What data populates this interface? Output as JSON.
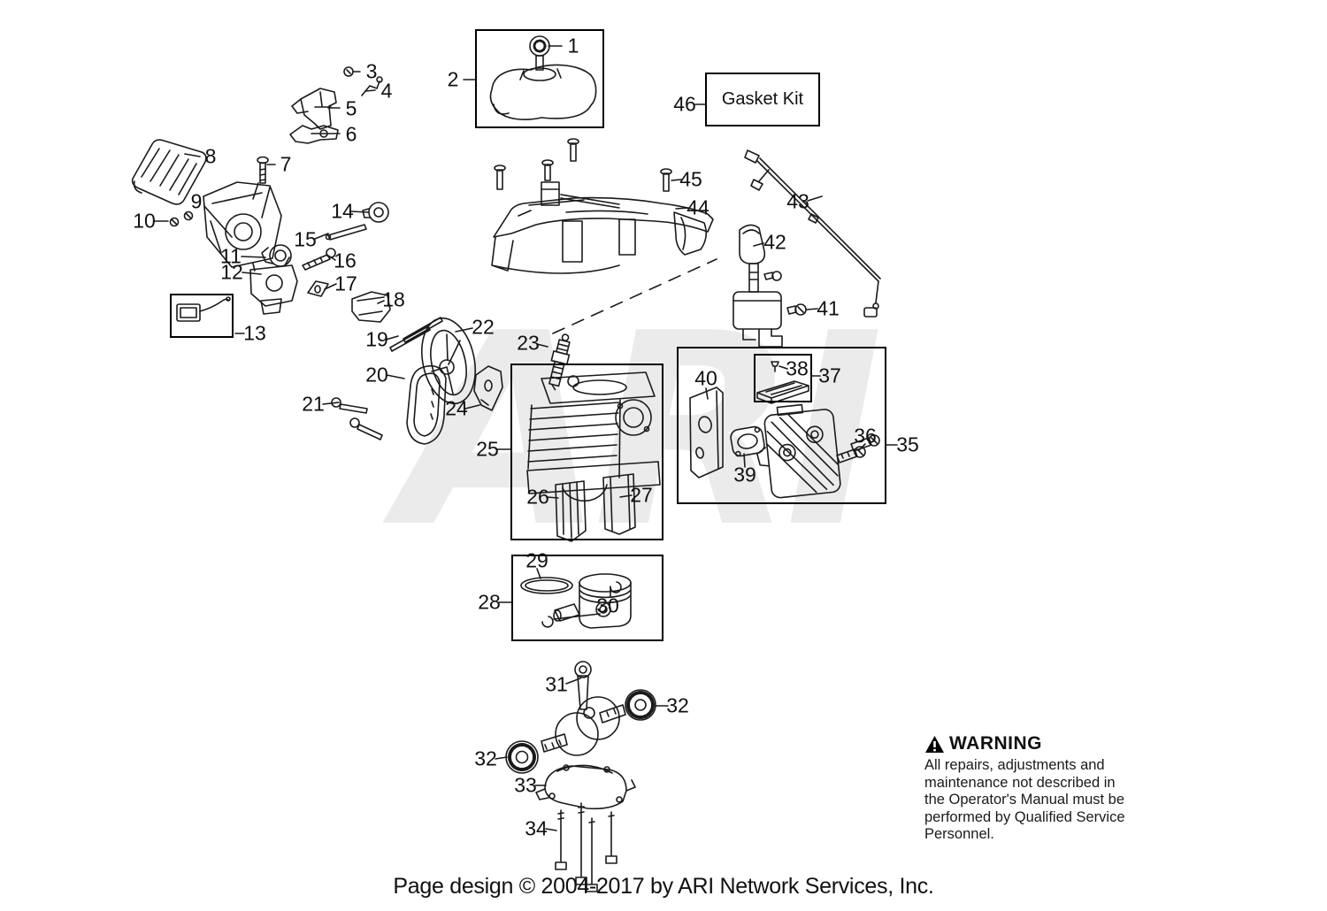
{
  "watermark": "ARI",
  "gasket_kit_label": "Gasket Kit",
  "footer": "Page design © 2004-2017 by ARI Network Services, Inc.",
  "warning": {
    "title": "WARNING",
    "body": "All repairs, adjustments and maintenance not described in the Operator's Manual must be performed by Qualified Service Personnel."
  },
  "callouts": [
    {
      "num": "1"
    },
    {
      "num": "2"
    },
    {
      "num": "3"
    },
    {
      "num": "4"
    },
    {
      "num": "5"
    },
    {
      "num": "6"
    },
    {
      "num": "7"
    },
    {
      "num": "8"
    },
    {
      "num": "9"
    },
    {
      "num": "10"
    },
    {
      "num": "11"
    },
    {
      "num": "12"
    },
    {
      "num": "13"
    },
    {
      "num": "14"
    },
    {
      "num": "15"
    },
    {
      "num": "16"
    },
    {
      "num": "17"
    },
    {
      "num": "18"
    },
    {
      "num": "19"
    },
    {
      "num": "20"
    },
    {
      "num": "21"
    },
    {
      "num": "22"
    },
    {
      "num": "23"
    },
    {
      "num": "24"
    },
    {
      "num": "25"
    },
    {
      "num": "26"
    },
    {
      "num": "27"
    },
    {
      "num": "28"
    },
    {
      "num": "29"
    },
    {
      "num": "30"
    },
    {
      "num": "31"
    },
    {
      "num": "32"
    },
    {
      "num": "32"
    },
    {
      "num": "33"
    },
    {
      "num": "34"
    },
    {
      "num": "35"
    },
    {
      "num": "36"
    },
    {
      "num": "37"
    },
    {
      "num": "38"
    },
    {
      "num": "39"
    },
    {
      "num": "40"
    },
    {
      "num": "41"
    },
    {
      "num": "42"
    },
    {
      "num": "43"
    },
    {
      "num": "44"
    },
    {
      "num": "45"
    },
    {
      "num": "46"
    }
  ]
}
